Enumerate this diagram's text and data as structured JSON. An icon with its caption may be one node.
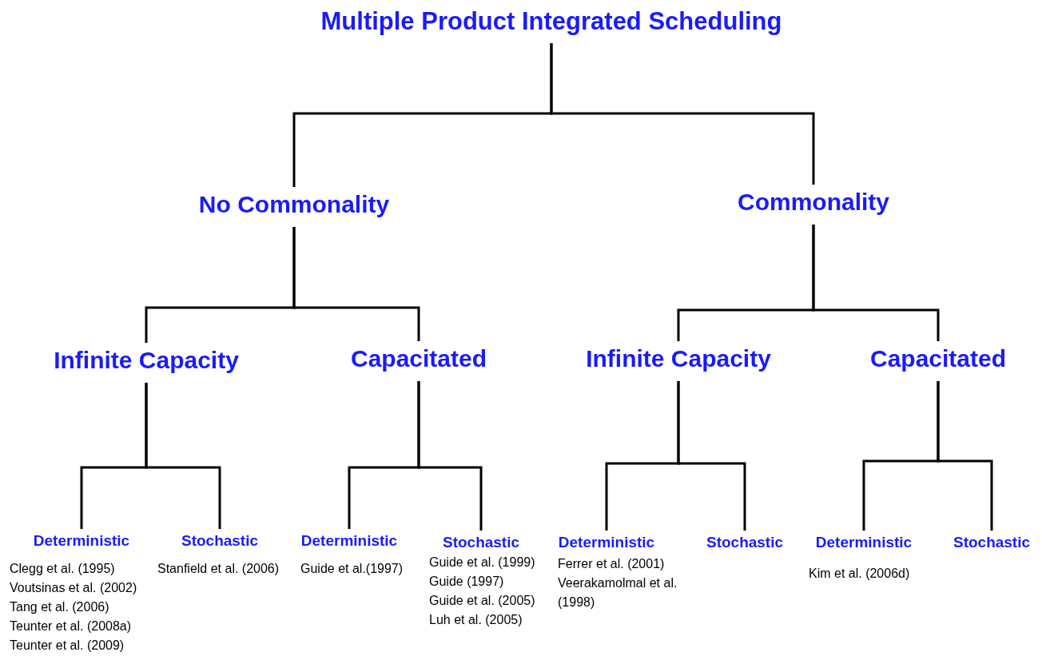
{
  "diagram": {
    "nodes": [
      {
        "text": [
          "Multiple Product Integrated Scheduling"
        ]
      },
      {
        "text": [
          "No Commonality"
        ]
      },
      {
        "text": [
          "Commonality"
        ]
      },
      {
        "text": [
          "Infinite Capacity"
        ]
      },
      {
        "text": [
          "Capacitated"
        ]
      },
      {
        "text": [
          "Infinite Capacity"
        ]
      },
      {
        "text": [
          "Capacitated"
        ]
      },
      {
        "text": [
          "Deterministic"
        ],
        "beside": [
          "Clegg et al. (1995)",
          "Voutsinas et al. (2002)",
          "Tang et al. (2006)",
          "Teunter et al. (2008a)",
          "Teunter et al. (2009)"
        ]
      },
      {
        "text": [
          "Stochastic"
        ],
        "beside": [
          "Stanfield et al. (2006)"
        ]
      },
      {
        "text": [
          "Deterministic"
        ],
        "beside": [
          "Guide et al.(1997)"
        ]
      },
      {
        "text": [
          "Stochastic"
        ],
        "beside": [
          "Guide et al. (1999)",
          "Guide (1997)",
          "Guide et al. (2005)",
          "Luh et al. (2005)"
        ]
      },
      {
        "text": [
          "Deterministic"
        ],
        "beside": [
          "Ferrer et al. (2001)",
          "Veerakamolmal et al. (1998)"
        ]
      },
      {
        "text": [
          "Stochastic"
        ]
      },
      {
        "text": [
          "Deterministic"
        ],
        "beside": [
          "Kim et al. (2006d)"
        ]
      },
      {
        "text": [
          "Stochastic"
        ]
      }
    ],
    "edges": [
      {
        "from": 0,
        "to": 1,
        "arrow": "none"
      },
      {
        "from": 0,
        "to": 2,
        "arrow": "none"
      },
      {
        "from": 1,
        "to": 3,
        "arrow": "none"
      },
      {
        "from": 1,
        "to": 4,
        "arrow": "none"
      },
      {
        "from": 2,
        "to": 5,
        "arrow": "none"
      },
      {
        "from": 2,
        "to": 6,
        "arrow": "none"
      },
      {
        "from": 3,
        "to": 7,
        "arrow": "none"
      },
      {
        "from": 3,
        "to": 8,
        "arrow": "none"
      },
      {
        "from": 4,
        "to": 9,
        "arrow": "none"
      },
      {
        "from": 4,
        "to": 10,
        "arrow": "none"
      },
      {
        "from": 5,
        "to": 11,
        "arrow": "none"
      },
      {
        "from": 5,
        "to": 12,
        "arrow": "none"
      },
      {
        "from": 6,
        "to": 13,
        "arrow": "none"
      },
      {
        "from": 6,
        "to": 14,
        "arrow": "none"
      }
    ]
  }
}
